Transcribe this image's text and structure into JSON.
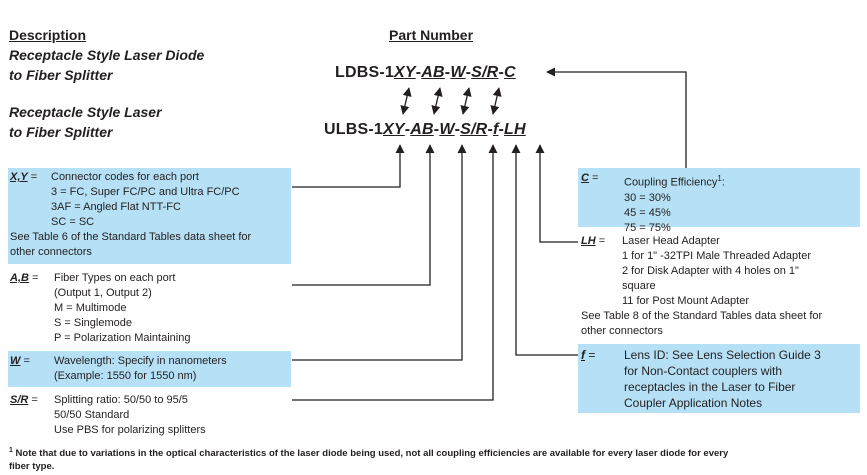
{
  "headers": {
    "description": "Description",
    "part_number": "Part Number"
  },
  "descriptions": [
    [
      "Receptacle Style Laser Diode",
      "to Fiber Splitter"
    ],
    [
      "Receptacle Style Laser",
      "to Fiber Splitter"
    ]
  ],
  "part_numbers": {
    "ldbs": {
      "prefix": "LDBS-1",
      "xy": "XY",
      "d1": "-",
      "ab": "AB",
      "d2": "-",
      "w": "W",
      "d3": "-",
      "sr": "S/R",
      "d4": "-",
      "c": "C"
    },
    "ulbs": {
      "prefix": "ULBS-1",
      "xy": "XY",
      "d1": "-",
      "ab": "AB",
      "d2": "-",
      "w": "W",
      "d3": "-",
      "sr": "S/R",
      "d4": "-",
      "f": "f",
      "d5": "-",
      "lh": "LH"
    }
  },
  "definitions": {
    "xy": {
      "key": "X,Y",
      "eq": "=",
      "lines": [
        "Connector codes for each port",
        "3 = FC, Super FC/PC and Ultra FC/PC",
        "3AF = Angled Flat NTT-FC",
        "SC = SC"
      ],
      "footer": [
        "See Table 6 of the Standard Tables data sheet for",
        "other connectors"
      ]
    },
    "ab": {
      "key": "A,B",
      "eq": "=",
      "lines": [
        "Fiber Types on each port",
        "(Output 1, Output 2)",
        "M = Multimode",
        "S = Singlemode",
        "P = Polarization Maintaining"
      ]
    },
    "w": {
      "key": "W",
      "eq": "=",
      "lines": [
        "Wavelength: Specify in nanometers",
        "(Example: 1550 for 1550 nm)"
      ]
    },
    "sr": {
      "key": "S/R",
      "eq": "=",
      "lines": [
        "Splitting ratio: 50/50 to 95/5",
        "50/50 Standard",
        "Use PBS for polarizing splitters"
      ]
    },
    "c": {
      "key": "C",
      "eq": "=",
      "title": "Coupling Efficiency",
      "sup": "1",
      "title_suffix": ":",
      "lines": [
        "30 = 30%",
        "45 = 45%",
        "75 = 75%"
      ]
    },
    "lh": {
      "key": "LH",
      "eq": "=",
      "lines": [
        "Laser Head Adapter",
        "1 for 1\" -32TPI Male Threaded Adapter",
        "2 for Disk Adapter with 4 holes on 1\"",
        "square",
        "11 for Post Mount Adapter"
      ],
      "footer": [
        "See Table 8 of the Standard Tables data sheet for",
        "other connectors"
      ]
    },
    "f": {
      "key": "f",
      "eq": "=",
      "lines": [
        "Lens ID: See Lens Selection Guide 3",
        "for Non-Contact couplers with",
        "receptacles in the Laser to Fiber",
        "Coupler Application Notes"
      ]
    }
  },
  "footnote": {
    "sup": "1",
    "lines": [
      "Note that due to variations in the optical characteristics of the laser diode being used, not all coupling efficiencies are available for every laser diode for every",
      "fiber type."
    ]
  }
}
